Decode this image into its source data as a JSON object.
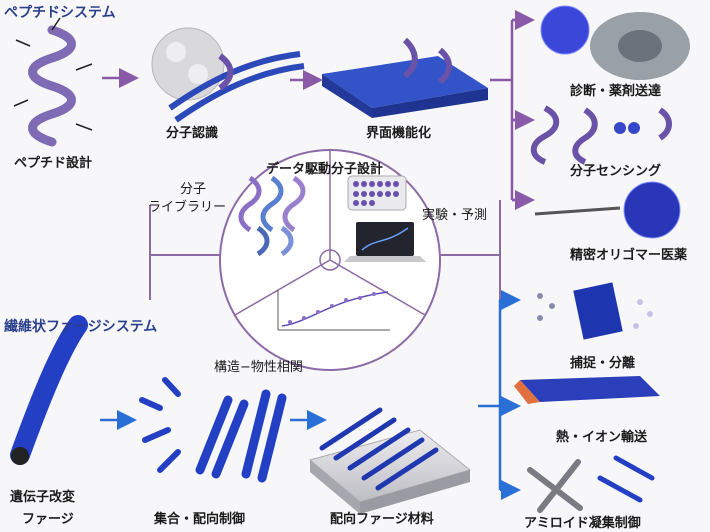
{
  "sections": {
    "peptide_system": "ペプチドシステム",
    "phage_system": "繊維状ファージシステム"
  },
  "top_row": {
    "peptide_design": "ペプチド設計",
    "molecular_recognition": "分子認識",
    "interface_function": "界面機能化"
  },
  "right_top": {
    "diagnosis_delivery": "診断・薬剤送達",
    "molecular_sensing": "分子センシング",
    "oligomer_medicine": "精密オリゴマー医薬"
  },
  "center": {
    "title": "データ駆動分子設計",
    "library_line1": "分子",
    "library_line2": "ライブラリー",
    "experiment_prediction": "実験・予測",
    "structure_property": "構造−物性相関"
  },
  "bottom_row": {
    "gene_line1": "遺伝子改変",
    "gene_line2": "ファージ",
    "assembly_orientation": "集合・配向制御",
    "oriented_material": "配向ファージ材料"
  },
  "right_bottom": {
    "capture_separation": "捕捉・分離",
    "heat_ion_transport": "熱・イオン輸送",
    "amyloid_control": "アミロイド凝集制御"
  },
  "colors": {
    "purple_arrow": "#8a5aa8",
    "blue_arrow": "#2a6fd6",
    "heading": "#2b3f8c",
    "circle": "#8c6aa6"
  }
}
